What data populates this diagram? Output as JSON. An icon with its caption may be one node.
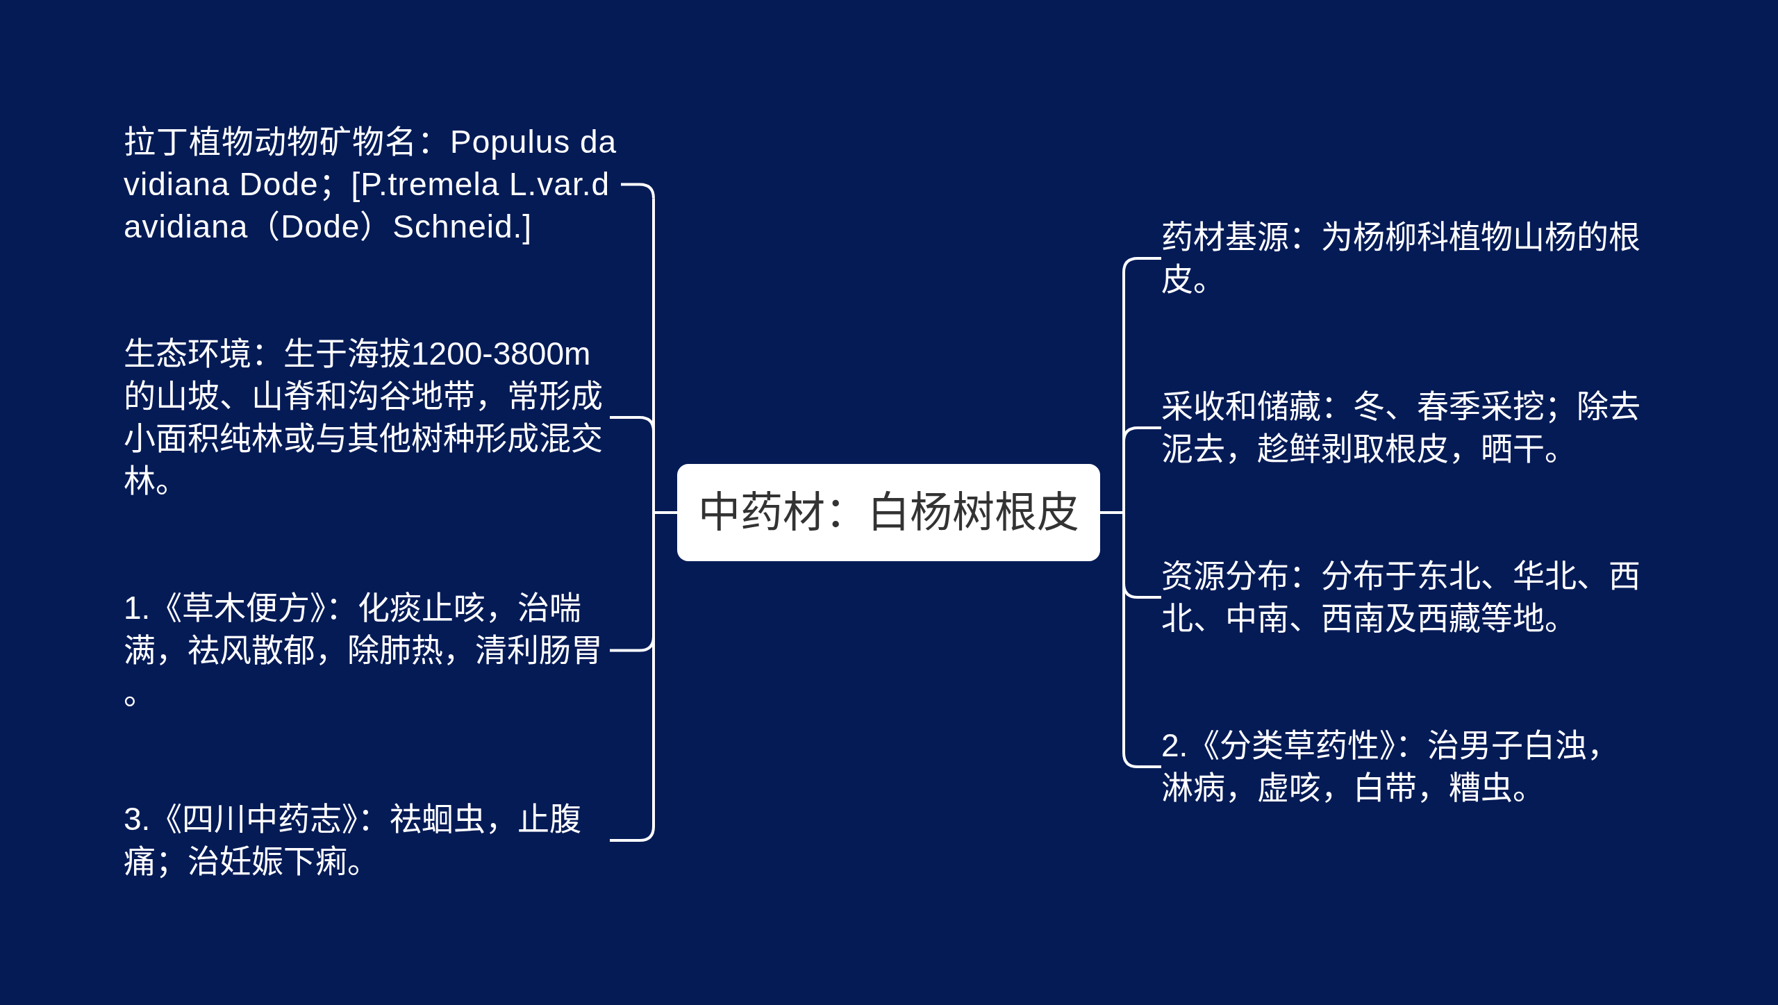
{
  "diagram": {
    "nodes": [
      {
        "text": [
          "中药材：白杨树根皮"
        ]
      },
      {
        "text": [
          "拉丁植物动物矿物名：Populus davidiana Dode；[P.tremela L.var.davidiana（Dode）Schneid.]"
        ]
      },
      {
        "text": [
          "生态环境：生于海拔1200-3800m的山坡、山脊和沟谷地带，常形成小面积纯林或与其他树种形成混交林。"
        ]
      },
      {
        "text": [
          "1.《草木便方》：化痰止咳，治喘满，祛风散郁，除肺热，清利肠胃。"
        ]
      },
      {
        "text": [
          "3.《四川中药志》：祛蛔虫，止腹痛；治妊娠下痢。"
        ]
      },
      {
        "text": [
          "药材基源：为杨柳科植物山杨的根皮。"
        ]
      },
      {
        "text": [
          "采收和储藏：冬、春季采挖；除去泥去，趁鲜剥取根皮，晒干。"
        ]
      },
      {
        "text": [
          "资源分布：分布于东北、华北、西北、中南、西南及西藏等地。"
        ]
      },
      {
        "text": [
          "2.《分类草药性》：治男子白浊，淋病，虚咳，白带，糟虫。"
        ]
      }
    ],
    "edges": [
      {
        "from": 0,
        "to": 1,
        "arrow": "none"
      },
      {
        "from": 0,
        "to": 2,
        "arrow": "none"
      },
      {
        "from": 0,
        "to": 3,
        "arrow": "none"
      },
      {
        "from": 0,
        "to": 4,
        "arrow": "none"
      },
      {
        "from": 0,
        "to": 5,
        "arrow": "none"
      },
      {
        "from": 0,
        "to": 6,
        "arrow": "none"
      },
      {
        "from": 0,
        "to": 7,
        "arrow": "none"
      },
      {
        "from": 0,
        "to": 8,
        "arrow": "none"
      }
    ]
  }
}
